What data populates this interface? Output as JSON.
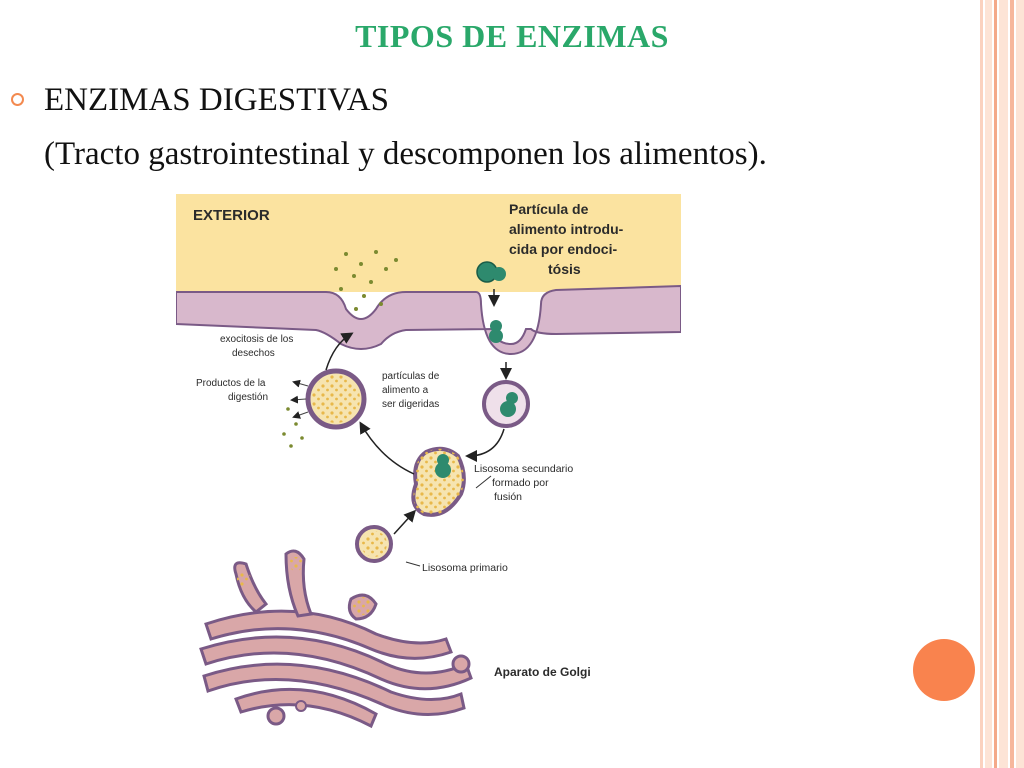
{
  "slide": {
    "title": "TIPOS DE ENZIMAS",
    "bullet_heading": "ENZIMAS DIGESTIVAS",
    "bullet_detail": "(Tracto gastrointestinal y descomponen los alimentos)."
  },
  "diagram": {
    "labels": {
      "exterior": "EXTERIOR",
      "particle_1": "Partícula de",
      "particle_2": "alimento introdu-",
      "particle_3": "cida por endoci-",
      "particle_4": "tósis",
      "exo_1": "exocitosis de los",
      "exo_2": "desechos",
      "prod_1": "Productos de la",
      "prod_2": "digestión",
      "food_1": "partículas de",
      "food_2": "alimento a",
      "food_3": "ser digeridas",
      "sec_1": "Lisosoma secundario",
      "sec_2": "formado por",
      "sec_3": "fusión",
      "primary": "Lisosoma primario",
      "golgi": "Aparato de Golgi"
    }
  },
  "colors": {
    "title": "#2aa86a",
    "bullet": "#f38a50",
    "accent_circle": "#f9834e",
    "stripe_light": "#fcd9c7",
    "stripe_mid": "#f4a989",
    "exterior": "#fbe3a0",
    "membrane": "#d8b8cc",
    "golgi": "#d9a7a8",
    "vesicle_green": "#2e8a6e"
  }
}
